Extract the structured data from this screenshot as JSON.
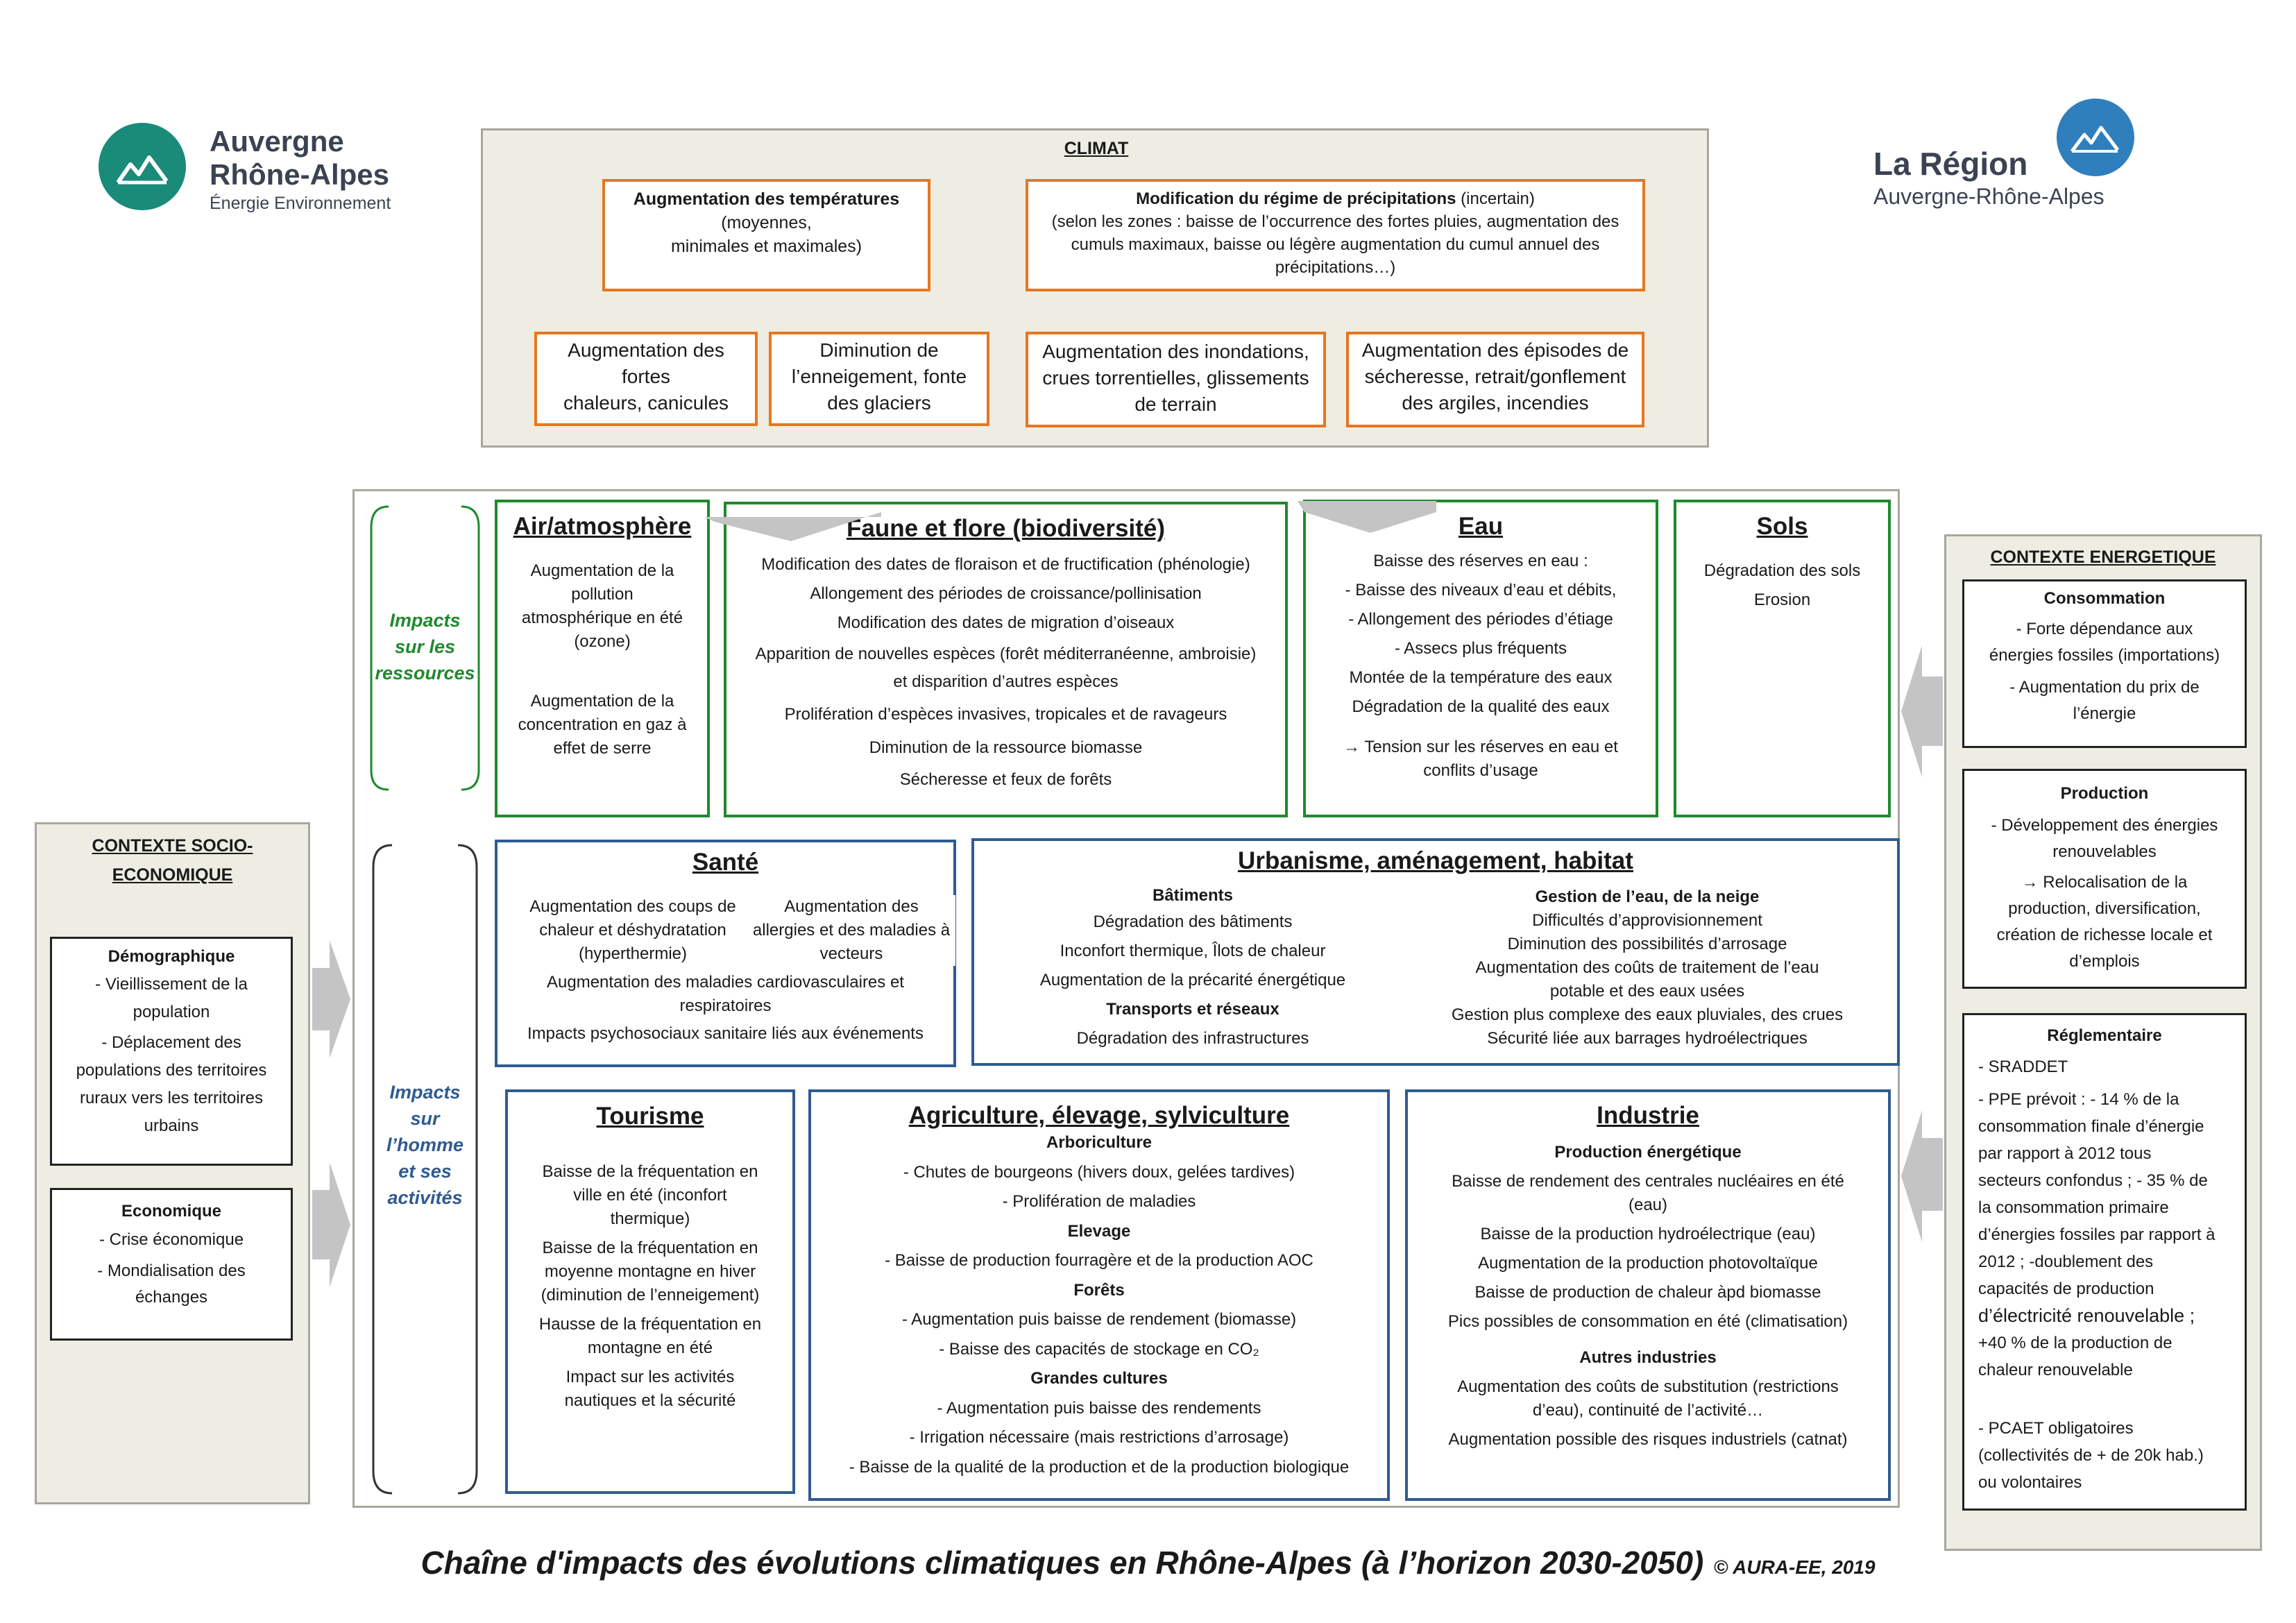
{
  "logo_left": {
    "line1": "Auvergne",
    "line2": "Rhône-Alpes",
    "line3": "Énergie Environnement"
  },
  "logo_right": {
    "line1": "La Région",
    "line2": "Auvergne-Rhône-Alpes"
  },
  "climat": {
    "title": "CLIMAT",
    "temp": {
      "bold": "Augmentation des températures",
      "lines": [
        "(moyennes,",
        "minimales et  maximales)"
      ]
    },
    "precip": {
      "bold": "Modification du régime de précipitations",
      "suffix": " (incertain)",
      "lines": [
        "(selon les zones : baisse de l’occurrence des fortes pluies, augmentation des",
        "cumuls maximaux, baisse ou légère augmentation du cumul annuel des",
        "précipitations…)"
      ]
    },
    "effects": [
      [
        "Augmentation des fortes",
        "chaleurs, canicules"
      ],
      [
        "Diminution de",
        "l’enneigement, fonte",
        "des glaciers"
      ],
      [
        "Augmentation des inondations,",
        "crues  torrentielles, glissements",
        "de terrain"
      ],
      [
        "Augmentation des épisodes de",
        "sécheresse, retrait/gonflement",
        "des argiles, incendies"
      ]
    ]
  },
  "side_labels": {
    "resources": [
      "Impacts",
      "sur les",
      "ressources"
    ],
    "human": [
      "Impacts",
      "sur",
      "l’homme",
      "et ses",
      "activités"
    ]
  },
  "air": {
    "title": "Air/atmosphère",
    "p1": [
      "Augmentation de la",
      "pollution",
      "atmosphérique en été",
      "(ozone)"
    ],
    "p2": [
      "Augmentation de la",
      "concentration en gaz à",
      "effet de serre"
    ]
  },
  "faune": {
    "title": "Faune et flore (biodiversité)",
    "lines": [
      "Modification des dates de floraison et de fructification (phénologie)",
      "Allongement des périodes de croissance/pollinisation",
      "Modification des dates de migration d’oiseaux",
      "Apparition de nouvelles espèces (forêt méditerranéenne, ambroisie)",
      "et disparition d’autres espèces",
      "Prolifération d’espèces invasives, tropicales et de ravageurs",
      "Diminution de la ressource biomasse",
      "Sécheresse et feux de forêts"
    ]
  },
  "eau": {
    "title": "Eau",
    "lines": [
      "Baisse des réserves en eau :",
      "- Baisse des niveaux d’eau et débits,",
      "- Allongement des périodes d’étiage",
      "- Assecs plus fréquents",
      "Montée de la température des eaux",
      "Dégradation de la qualité des eaux",
      "→ Tension sur les réserves en eau et",
      "conflits d’usage"
    ]
  },
  "sols": {
    "title": "Sols",
    "lines": [
      "Dégradation des sols",
      "Erosion"
    ]
  },
  "sante": {
    "title": "Santé",
    "col1": [
      "Augmentation des coups de",
      "chaleur et déshydratation",
      "(hyperthermie)"
    ],
    "col2": [
      "Augmentation des",
      "allergies et des maladies à",
      "vecteurs"
    ],
    "lines": [
      "Augmentation des maladies cardiovasculaires et",
      "respiratoires",
      "Impacts psychosociaux sanitaire liés aux événements"
    ]
  },
  "urbanisme": {
    "title": "Urbanisme, aménagement, habitat",
    "left": [
      {
        "t": "Bâtiments",
        "b": true
      },
      {
        "t": "Dégradation des bâtiments"
      },
      {
        "t": "Inconfort thermique, Îlots de chaleur"
      },
      {
        "t": "Augmentation de la précarité énergétique"
      },
      {
        "t": "Transports et réseaux",
        "b": true
      },
      {
        "t": "Dégradation des infrastructures"
      }
    ],
    "right": [
      {
        "t": "Gestion de l’eau, de la neige",
        "b": true
      },
      {
        "t": "Difficultés d’approvisionnement"
      },
      {
        "t": "Diminution des possibilités d’arrosage"
      },
      {
        "t": "Augmentation des coûts de traitement de l’eau"
      },
      {
        "t": "potable et des eaux usées"
      },
      {
        "t": "Gestion plus complexe des eaux pluviales, des crues"
      },
      {
        "t": "Sécurité liée aux barrages hydroélectriques"
      }
    ]
  },
  "tourisme": {
    "title": "Tourisme",
    "paras": [
      [
        "Baisse de la fréquentation en",
        "ville en été (inconfort",
        "thermique)"
      ],
      [
        "Baisse de la fréquentation en",
        "moyenne montagne en hiver",
        "(diminution de l’enneigement)"
      ],
      [
        "Hausse de la fréquentation en",
        "montagne en été"
      ],
      [
        "Impact sur les activités",
        "nautiques et la sécurité"
      ]
    ]
  },
  "agri": {
    "title": "Agriculture, élevage, sylviculture",
    "items": [
      {
        "t": "Arboriculture",
        "b": true
      },
      {
        "t": "- Chutes de bourgeons (hivers doux, gelées tardives)"
      },
      {
        "t": "- Prolifération de maladies"
      },
      {
        "t": "Elevage",
        "b": true
      },
      {
        "t": "- Baisse de production fourragère et de la production AOC"
      },
      {
        "t": "Forêts",
        "b": true
      },
      {
        "t": "- Augmentation puis baisse de rendement (biomasse)"
      },
      {
        "t": "- Baisse des capacités de stockage en CO₂"
      },
      {
        "t": "Grandes cultures",
        "b": true
      },
      {
        "t": "- Augmentation puis baisse des rendements"
      },
      {
        "t": "- Irrigation nécessaire (mais restrictions d’arrosage)"
      },
      {
        "t": "- Baisse de la qualité de la production et de la production biologique"
      }
    ]
  },
  "industrie": {
    "title": "Industrie",
    "items": [
      {
        "t": "Production énergétique",
        "b": true
      },
      {
        "t": "Baisse de rendement des centrales nucléaires en été"
      },
      {
        "t": "(eau)"
      },
      {
        "t": "Baisse de la production hydroélectrique (eau)"
      },
      {
        "t": "Augmentation de la production photovoltaïque"
      },
      {
        "t": "Baisse de production de chaleur àpd biomasse"
      },
      {
        "t": "Pics possibles de consommation en été (climatisation)"
      },
      {
        "t": "Autres industries",
        "b": true
      },
      {
        "t": "Augmentation des coûts de substitution (restrictions"
      },
      {
        "t": "d’eau), continuité de l’activité…"
      },
      {
        "t": "Augmentation possible des risques industriels (catnat)"
      }
    ]
  },
  "socio": {
    "title1": "CONTEXTE SOCIO-",
    "title2": "ECONOMIQUE",
    "demo": {
      "title": "Démographique",
      "lines": [
        "- Vieillissement de la",
        "population",
        "- Déplacement des",
        "populations des territoires",
        "ruraux vers les territoires",
        "urbains"
      ]
    },
    "eco": {
      "title": "Economique",
      "lines": [
        "- Crise économique",
        "- Mondialisation des",
        "échanges"
      ]
    }
  },
  "energie": {
    "title": "CONTEXTE ENERGETIQUE",
    "conso": {
      "title": "Consommation",
      "lines": [
        "- Forte dépendance aux",
        "énergies fossiles (importations)",
        "- Augmentation du prix de",
        "l’énergie"
      ]
    },
    "prod": {
      "title": "Production",
      "lines": [
        "-  Développement des énergies",
        "renouvelables",
        "→ Relocalisation de la",
        "production, diversification,",
        "création de richesse locale et",
        "d’emplois"
      ]
    },
    "regl": {
      "title": "Réglementaire",
      "lines": [
        "- SRADDET",
        "- PPE prévoit : - 14 % de la",
        "consommation finale d’énergie",
        "par rapport à 2012 tous",
        "secteurs confondus ; - 35 % de",
        "la consommation primaire",
        "d’énergies fossiles par rapport à",
        "2012 ; -doublement des",
        "capacités de production",
        "d’électricité renouvelable ;",
        "+40 % de la production de",
        "chaleur renouvelable",
        "",
        "- PCAET obligatoires",
        "(collectivités de + de 20k hab.)",
        "ou volontaires"
      ]
    }
  },
  "footer": {
    "title": "Chaîne d'impacts des évolutions climatiques en Rhône-Alpes (à l’horizon 2030-2050)",
    "copyright": "© AURA-EE, 2019"
  },
  "colors": {
    "orange": "#e8761e",
    "green": "#1f8a2c",
    "blue": "#2f5b92",
    "teal": "#1a8a79",
    "panel": "#eeede3"
  }
}
